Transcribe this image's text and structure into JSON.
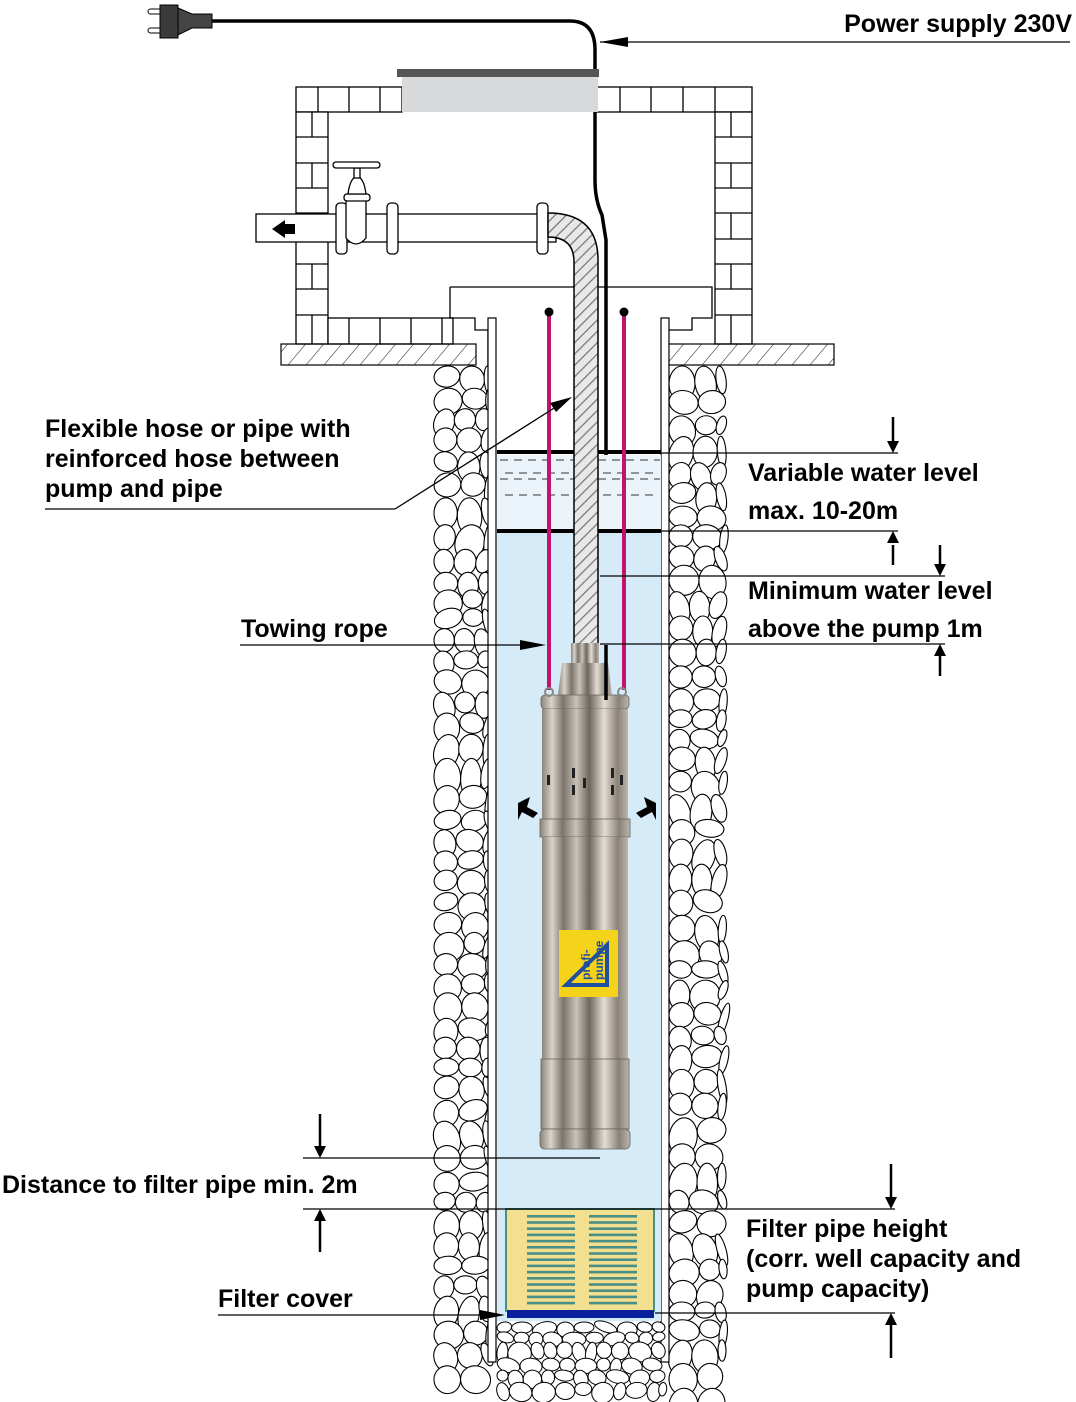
{
  "title": "Submersible well pump installation diagram",
  "labels": {
    "power_supply": "Power supply 230V",
    "flexible_hose": [
      "Flexible hose or pipe with",
      "reinforced hose between",
      "pump and pipe"
    ],
    "towing_rope": "Towing rope",
    "variable_water_level": [
      "Variable water level",
      "max. 10-20m"
    ],
    "minimum_water_level": [
      "Minimum water level",
      "above the pump 1m"
    ],
    "distance_filter": "Distance to filter pipe min. 2m",
    "filter_pipe_height": [
      "Filter pipe height",
      "(corr. well capacity and",
      "pump capacity)"
    ],
    "filter_cover": "Filter cover"
  },
  "brand": {
    "line1": "profi-",
    "line2": "pumpe",
    "badge_color": "#f5d31b",
    "logo_color": "#1f4fa0"
  },
  "colors": {
    "water": "#d6ebf8",
    "water_upper": "#ecf4fb",
    "rope": "#c2136e",
    "filter_body": "#f3df90",
    "filter_slots": "#4a8f86",
    "filter_cover": "#0a1f9c",
    "lid": "#d7d9db",
    "lid_top": "#555555"
  }
}
